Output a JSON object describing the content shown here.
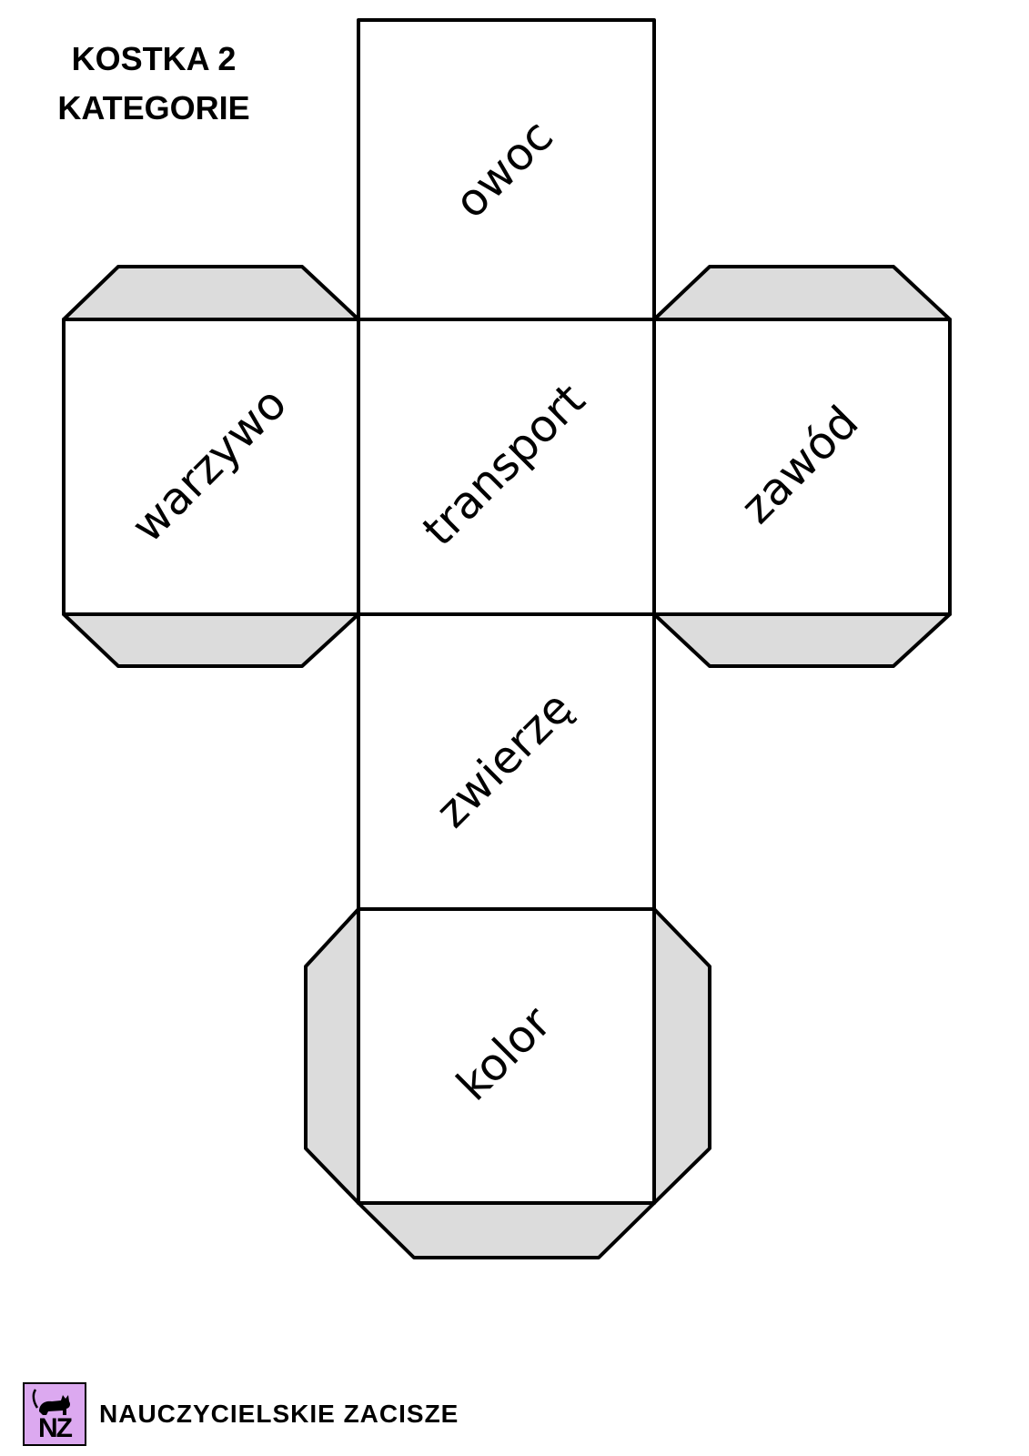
{
  "header": {
    "line1": "KOSTKA 2",
    "line2": "KATEGORIE"
  },
  "faces": {
    "top": "owoc",
    "left": "warzywo",
    "center": "transport",
    "right": "zawód",
    "middle_bottom": "zwierzę",
    "bottom": "kolor"
  },
  "footer": {
    "logo_text": "NZ",
    "brand_name": "NAUCZYCIELSKIE ZACISZE"
  },
  "colors": {
    "tab_fill": "#dcdcdc",
    "outline": "#000000",
    "logo_bg": "#dca9f0"
  },
  "icons": {
    "logo": "cat-icon"
  }
}
